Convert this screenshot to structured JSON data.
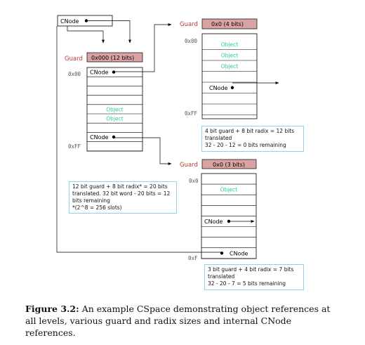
{
  "root": {
    "label": "CNode"
  },
  "tables": [
    {
      "id": "t1",
      "guard_label": "Guard",
      "guard_value": "0x000 (12 bits)",
      "index_top": "0x00",
      "index_bottom": "0xFF",
      "slots": [
        "CNode",
        "",
        "",
        "",
        "Object",
        "Object",
        "",
        "CNode",
        ""
      ]
    },
    {
      "id": "t2",
      "guard_label": "Guard",
      "guard_value": "0x0 (4 bits)",
      "index_top": "0x00",
      "index_bottom": "0xFF",
      "slots": [
        "Object",
        "Object",
        "Object",
        "",
        "CNode",
        "",
        ""
      ]
    },
    {
      "id": "t3",
      "guard_label": "Guard",
      "guard_value": "0x0 (3 bits)",
      "index_top": "0x0",
      "index_bottom": "0xF",
      "slots": [
        "",
        "Object",
        "",
        "",
        "CNode",
        "",
        "",
        "CNode"
      ]
    }
  ],
  "notes": {
    "n1": [
      "12 bit guard + 8 bit radix* = 20 bits",
      "translated. 32 bit word - 20 bits = 12",
      "bits remaining",
      "*(2^8 = 256 slots)"
    ],
    "n2": [
      "4 bit guard + 8 bit radix = 12 bits",
      "translated",
      "32 - 20 - 12 = 0 bits remaining"
    ],
    "n3": [
      "3 bit guard + 4 bit radix = 7 bits",
      "translated",
      "32 - 20 - 7 = 5 bits remaining"
    ]
  },
  "caption": {
    "label": "Figure 3.2:",
    "text": "An example CSpace demonstrating object references at all levels, various guard and radix sizes and internal CNode references."
  }
}
